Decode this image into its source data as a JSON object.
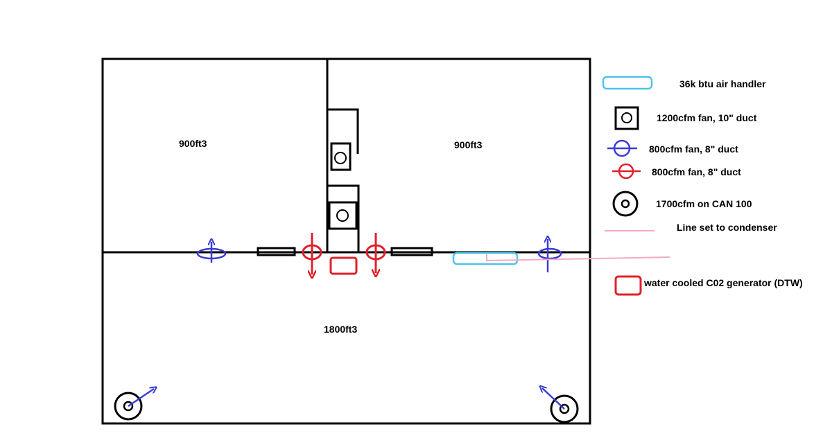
{
  "colors": {
    "wall": "#000000",
    "air_handler": "#4fc3e8",
    "fan_blue": "#3b3bd6",
    "fan_red": "#e0202a",
    "line_set": "#f4a9c6",
    "co2": "#e0202a"
  },
  "rooms": {
    "top_left_volume": "900ft3",
    "top_right_volume": "900ft3",
    "bottom_volume": "1800ft3"
  },
  "legend": {
    "air_handler": {
      "icon": "air-handler-icon",
      "label": "36k btu air handler"
    },
    "fan_1200": {
      "icon": "square-fan-icon",
      "label": "1200cfm fan, 10\" duct"
    },
    "fan_800_blue": {
      "icon": "blue-fan-icon",
      "label": "800cfm fan, 8\" duct"
    },
    "fan_800_red": {
      "icon": "red-fan-icon",
      "label": "800cfm fan, 8\" duct"
    },
    "can_filter": {
      "icon": "can-filter-icon",
      "label": "1700cfm on CAN 100"
    },
    "line_set": {
      "icon": "line-set-icon",
      "label": "Line set to condenser"
    },
    "co2_generator": {
      "icon": "co2-generator-icon",
      "label": "water cooled C02 generator (DTW)"
    }
  }
}
